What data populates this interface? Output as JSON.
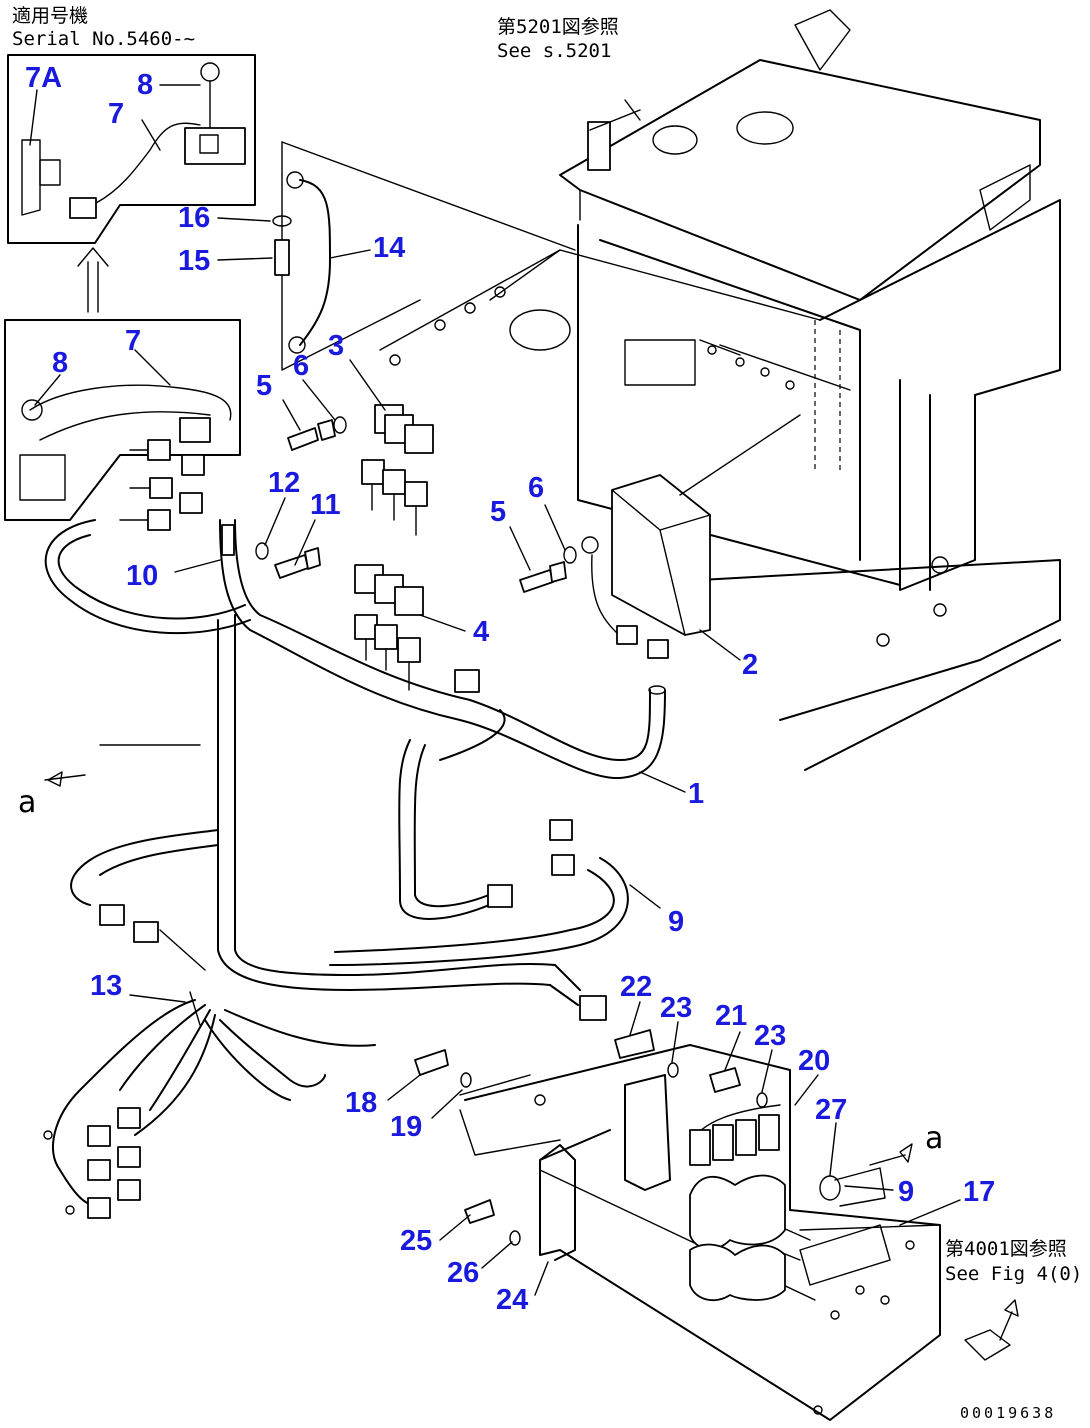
{
  "notes": {
    "serial_jp": "適用号機",
    "serial_en": "Serial No.5460-~",
    "ref_5201_jp": "第5201図参照",
    "ref_5201_en": "See  s.5201",
    "ref_4001_jp": "第4001図参照",
    "ref_4001_en": "See Fig 4(0)",
    "drawing_code": "00019638"
  },
  "view_letters": {
    "top": "a",
    "bottom": "a"
  },
  "callouts": {
    "c1": "1",
    "c2": "2",
    "c3": "3",
    "c4": "4",
    "c5a": "5",
    "c5b": "5",
    "c6a": "6",
    "c6b": "6",
    "c7a": "7",
    "c7b": "7",
    "c7A": "7A",
    "c8a": "8",
    "c8b": "8",
    "c9a": "9",
    "c9b": "9",
    "c10": "10",
    "c11": "11",
    "c12": "12",
    "c13": "13",
    "c14": "14",
    "c15": "15",
    "c16": "16",
    "c17": "17",
    "c18": "18",
    "c19": "19",
    "c20": "20",
    "c21": "21",
    "c22": "22",
    "c23a": "23",
    "c23b": "23",
    "c24": "24",
    "c25": "25",
    "c26": "26",
    "c27": "27"
  }
}
